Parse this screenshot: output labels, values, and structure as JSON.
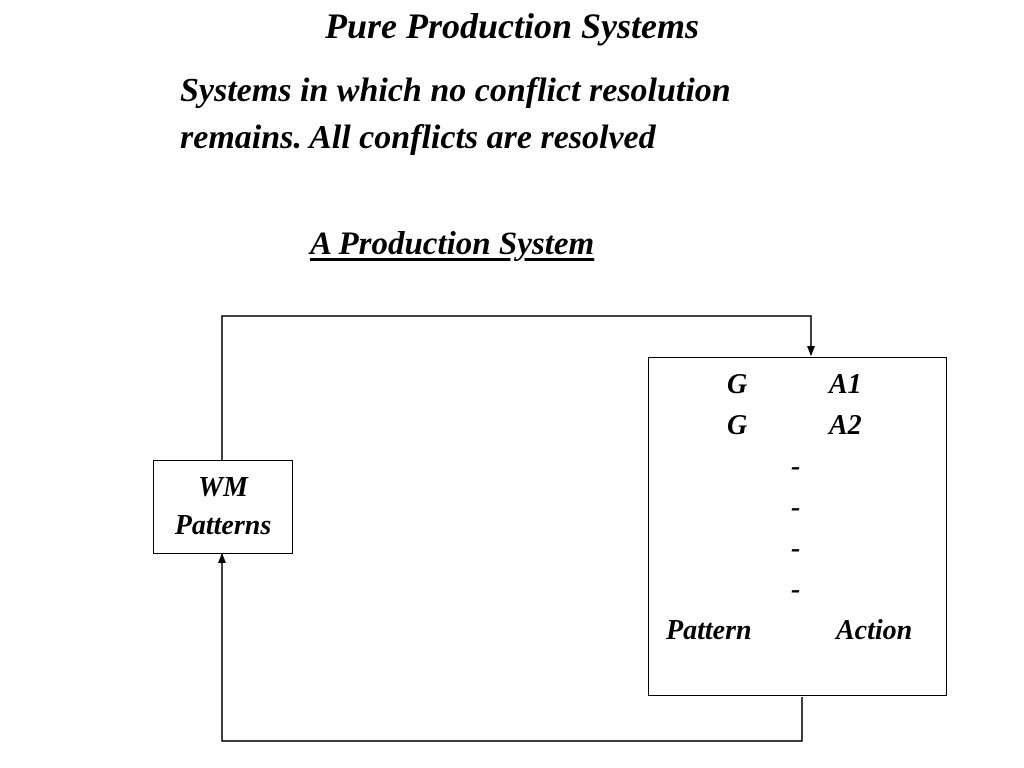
{
  "title": "Pure Production Systems",
  "subtitle_lines": [
    "Systems in which no conflict resolution",
    "remains.  All conflicts are resolved"
  ],
  "diagram": {
    "heading": "A Production System",
    "wm_box": {
      "line1": "WM",
      "line2": "Patterns"
    },
    "rules": [
      {
        "condition": "G",
        "action": "A1"
      },
      {
        "condition": "G",
        "action": "A2"
      }
    ],
    "ellipsis": [
      "-",
      "-",
      "-",
      "-"
    ],
    "general_rule": {
      "condition": "Pattern",
      "action": "Action"
    }
  }
}
